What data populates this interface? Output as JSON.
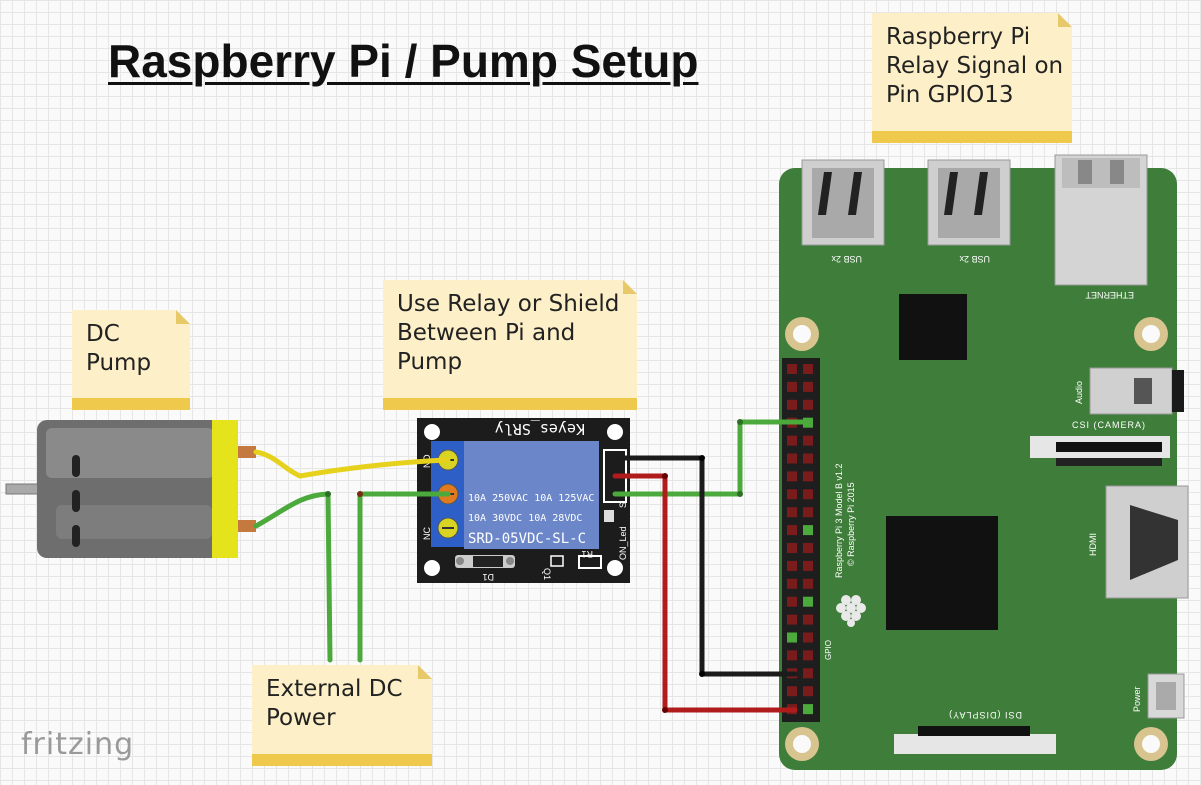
{
  "diagram": {
    "title": "Raspberry Pi / Pump Setup",
    "watermark": "fritzing",
    "notes": {
      "pi_signal": "Raspberry Pi\nRelay Signal on\nPin GPIO13",
      "relay": "Use Relay or Shield\nBetween Pi and\nPump",
      "pump": "DC\nPump",
      "power": "External DC\nPower"
    },
    "relay_board": {
      "brand": "Keyes_SRly",
      "rating_1": "10A 250VAC  10A 125VAC",
      "rating_2": "10A  30VDC  10A  28VDC",
      "model": "SRD-05VDC-SL-C",
      "label_nc": "NC",
      "label_no": "NO",
      "label_led": "ON_Led",
      "label_s": "S",
      "label_d1": "D1",
      "label_r1": "R1",
      "label_q1": "Q1"
    },
    "pi_board": {
      "usb_label": "USB 2x",
      "ethernet_label": "ETHERNET",
      "audio_label": "Audio",
      "csi_label": "CSI (CAMERA)",
      "hdmi_label": "HDMI",
      "dsi_label": "DSI (DISPLAY)",
      "power_label": "Power",
      "gpio_label": "GPIO",
      "model_line1": "Raspberry Pi 3 Model B v1.2",
      "model_line2": "© Raspberry Pi 2015"
    },
    "colors": {
      "board_green": "#3f7d3a",
      "wire_green": "#4caa3c",
      "wire_yellow": "#e6d21c",
      "wire_red": "#b01c1c",
      "wire_black": "#1b1b1b",
      "relay_blue": "#6b86c9",
      "note_fill": "#fdf0c8",
      "note_bar": "#efc94c"
    }
  }
}
